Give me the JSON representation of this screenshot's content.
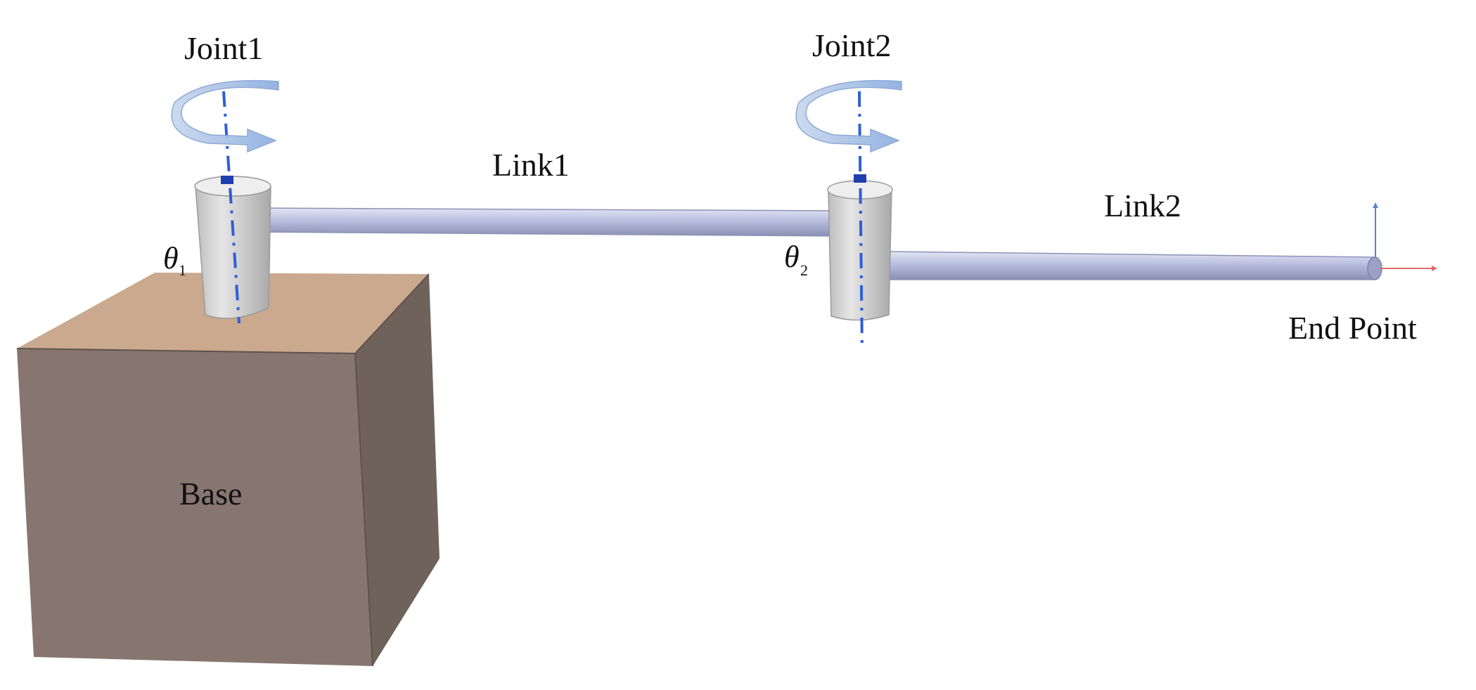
{
  "labels": {
    "joint1": "Joint1",
    "joint2": "Joint2",
    "link1": "Link1",
    "link2": "Link2",
    "end_point": "End Point",
    "base": "Base"
  },
  "angles": {
    "theta_symbol": "θ",
    "theta1_sub": "1",
    "theta2_sub": "2"
  },
  "colors": {
    "background": "#ffffff",
    "base_top": "#caa98f",
    "base_front": "#86766f",
    "base_side": "#6f625b",
    "link": "#b8bede",
    "joint_cylinder": "#d6d6d6",
    "axis_line": "#2f5fd6",
    "rotation_arrow": "#a9c1e3",
    "end_x_axis": "#e26a6a",
    "end_y_axis": "#5b7fd6"
  },
  "icons": {
    "rotation": "rotation-arrow-icon",
    "frame": "coordinate-frame-icon"
  }
}
